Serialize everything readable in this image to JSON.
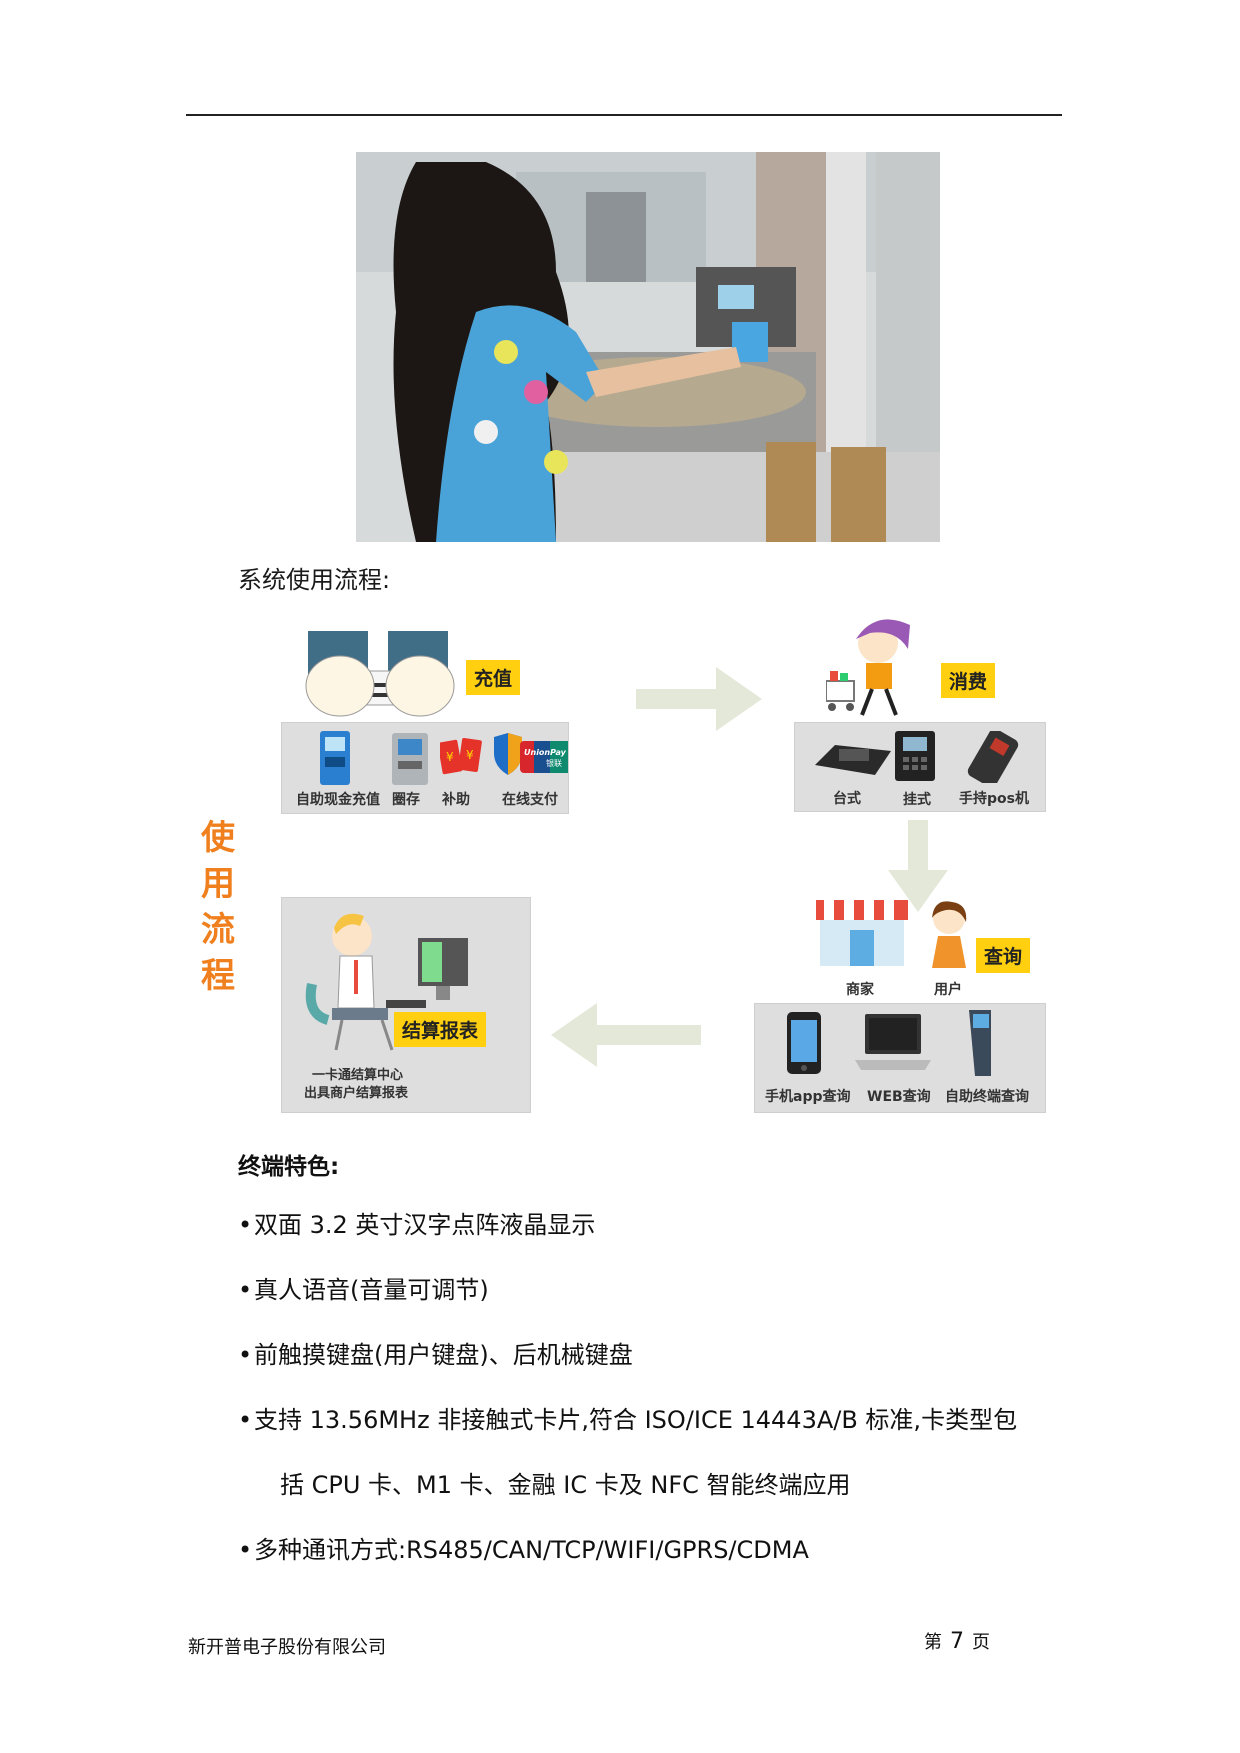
{
  "section_label": "系统使用流程:",
  "diagram": {
    "vertical_title": "使用流程",
    "recharge": {
      "tag": "充值",
      "items": [
        "自助现金充值",
        "圈存",
        "补助",
        "在线支付"
      ]
    },
    "consume": {
      "tag": "消费",
      "items": [
        "台式",
        "挂式",
        "手持pos机"
      ]
    },
    "query": {
      "tag": "查询",
      "people": [
        "商家",
        "用户"
      ],
      "items": [
        "手机app查询",
        "WEB查询",
        "自助终端查询"
      ]
    },
    "report": {
      "tag": "结算报表",
      "caption_line1": "一卡通结算中心",
      "caption_line2": "出具商户结算报表"
    },
    "unionpay_text": "UnionPay",
    "unionpay_cn": "银联"
  },
  "features": {
    "title": "终端特色:",
    "bullet": "•",
    "items": [
      "双面 3.2 英寸汉字点阵液晶显示",
      "真人语音(音量可调节)",
      "前触摸键盘(用户键盘)、后机械键盘",
      "支持 13.56MHz 非接触式卡片,符合 ISO/ICE 14443A/B 标准,卡类型包",
      "括 CPU 卡、M1 卡、金融 IC 卡及 NFC 智能终端应用",
      "多种通讯方式:RS485/CAN/TCP/WIFI/GPRS/CDMA"
    ]
  },
  "footer": {
    "company": "新开普电子股份有限公司",
    "page_prefix": "第",
    "page_number": "7",
    "page_suffix": "页"
  }
}
